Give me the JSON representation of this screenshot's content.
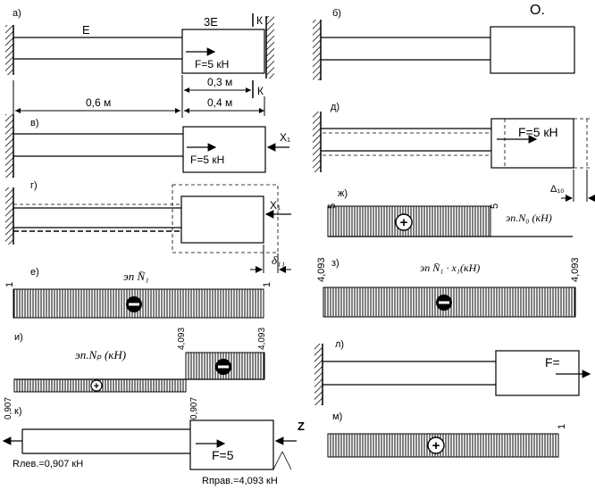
{
  "panels": {
    "a": "а)",
    "b": "б)",
    "v": "в)",
    "d": "д)",
    "g": "г)",
    "zh": "ж)",
    "e": "е)",
    "z": "з)",
    "i": "и)",
    "l": "л)",
    "k": "к)",
    "m": "м)"
  },
  "a_labels": {
    "E": "E",
    "E3": "3E",
    "K": "К",
    "F": "F=5  кН",
    "dim_03": "0,3 м",
    "dim_K": "К",
    "dim_06": "0,6 м",
    "dim_04": "0,4 м"
  },
  "b_labels": {
    "O": "О."
  },
  "v_labels": {
    "F": "F=5 кН",
    "x1": "X₁"
  },
  "d_labels": {
    "F": "F=5 кН",
    "delta": "Δ₁₀"
  },
  "g_labels": {
    "x1": "X₁",
    "delta": "δ₁₁"
  },
  "zh_diagram": {
    "left": "5",
    "right": "5",
    "title": "эп.N₀ (кН)",
    "sign": "+"
  },
  "e_diagram": {
    "left": "1",
    "right": "1",
    "title": "эп N̄₁",
    "sign": "−"
  },
  "z_diagram": {
    "left": "4,093",
    "right": "4,093",
    "title": "эп N̄₁ · x₁(кН)",
    "sign": "−"
  },
  "i_diagram": {
    "title": "эп.Nₚ (кН)",
    "left_val": "0,907",
    "mid_val": "4,093",
    "right_val": "4,093",
    "plus": "+",
    "minus": "−"
  },
  "k_labels": {
    "mid_val": "0,907",
    "F": "F=5",
    "Z": "Z",
    "R_left": "Rлев.=0,907 кН",
    "R_right": "Rправ.=4,093 кН"
  },
  "l_labels": {
    "F": "F="
  },
  "m_diagram": {
    "right": "1",
    "sign": "+"
  }
}
